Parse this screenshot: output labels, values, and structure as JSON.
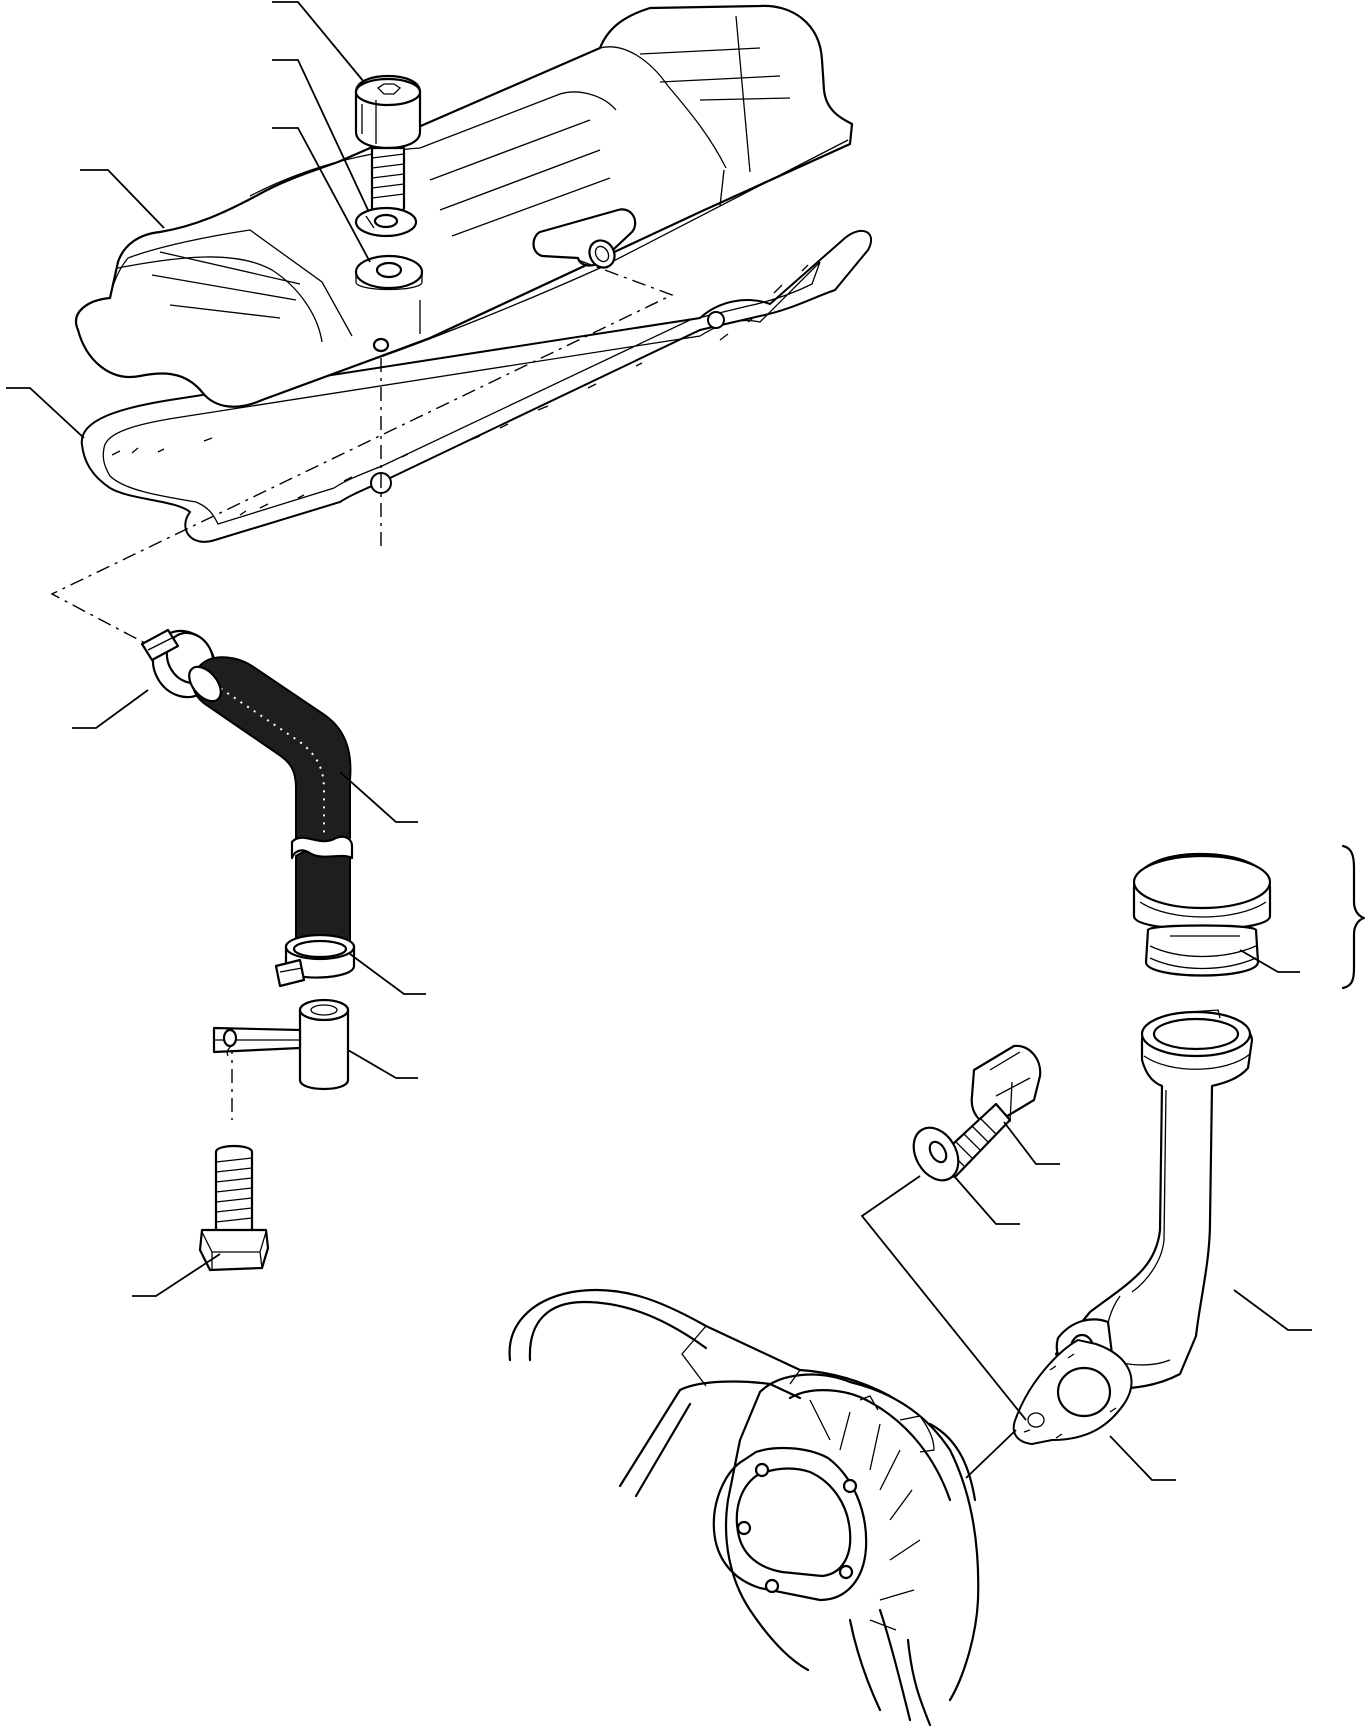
{
  "diagram": {
    "kind": "exploded-parts-view",
    "parts": [
      {
        "id": "valve-cover",
        "icon": "valve-cover-icon"
      },
      {
        "id": "cover-gasket",
        "icon": "gasket-icon"
      },
      {
        "id": "socket-head-screw",
        "icon": "screw-icon"
      },
      {
        "id": "lock-washer",
        "icon": "washer-icon"
      },
      {
        "id": "flat-washer",
        "icon": "washer-icon"
      },
      {
        "id": "hose-clamp-upper",
        "icon": "clamp-icon"
      },
      {
        "id": "breather-hose",
        "icon": "hose-icon"
      },
      {
        "id": "hose-clamp-lower",
        "icon": "clamp-icon"
      },
      {
        "id": "breather-pipe-fitting",
        "icon": "pipe-fitting-icon"
      },
      {
        "id": "hex-bolt-left",
        "icon": "bolt-icon"
      },
      {
        "id": "filler-cap",
        "icon": "cap-icon"
      },
      {
        "id": "oil-filler-tube",
        "icon": "tube-icon"
      },
      {
        "id": "hex-bolt-right",
        "icon": "bolt-icon"
      },
      {
        "id": "washer-right",
        "icon": "washer-icon"
      },
      {
        "id": "tube-gasket",
        "icon": "gasket-icon"
      },
      {
        "id": "engine-block",
        "icon": "engine-housing-icon"
      }
    ],
    "brace": "}",
    "line_color": "#000000",
    "background": "#ffffff"
  }
}
